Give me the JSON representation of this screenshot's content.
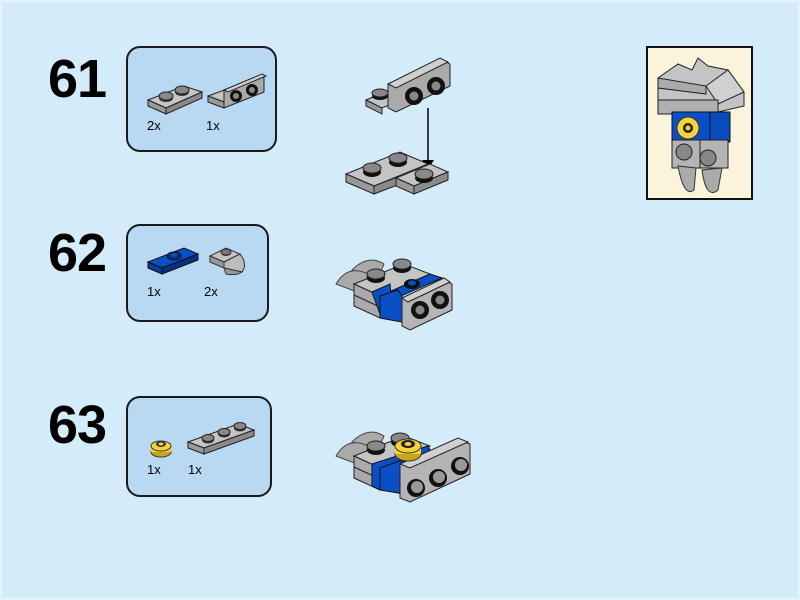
{
  "page": {
    "background": "#d4ebfa",
    "parts_box_color": "#b9d8f2",
    "colors": {
      "light_gray": "#a9a9a9",
      "blue": "#0a4fc8",
      "yellow": "#f5d33a",
      "black": "#000000",
      "preview_bg": "#fcf3dc"
    }
  },
  "steps": [
    {
      "number": "61",
      "parts": [
        {
          "name": "1x2 plate light gray",
          "qty": "2x"
        },
        {
          "name": "1x2 - 1x2 bracket inverted light gray",
          "qty": "1x"
        }
      ]
    },
    {
      "number": "62",
      "parts": [
        {
          "name": "1x2 jumper plate blue",
          "qty": "1x"
        },
        {
          "name": "1x1 plate with tooth light gray",
          "qty": "2x"
        }
      ]
    },
    {
      "number": "63",
      "parts": [
        {
          "name": "1x1 round plate yellow",
          "qty": "1x"
        },
        {
          "name": "1x3 plate light gray",
          "qty": "1x"
        }
      ]
    }
  ],
  "preview": {
    "label": "submodel preview"
  }
}
